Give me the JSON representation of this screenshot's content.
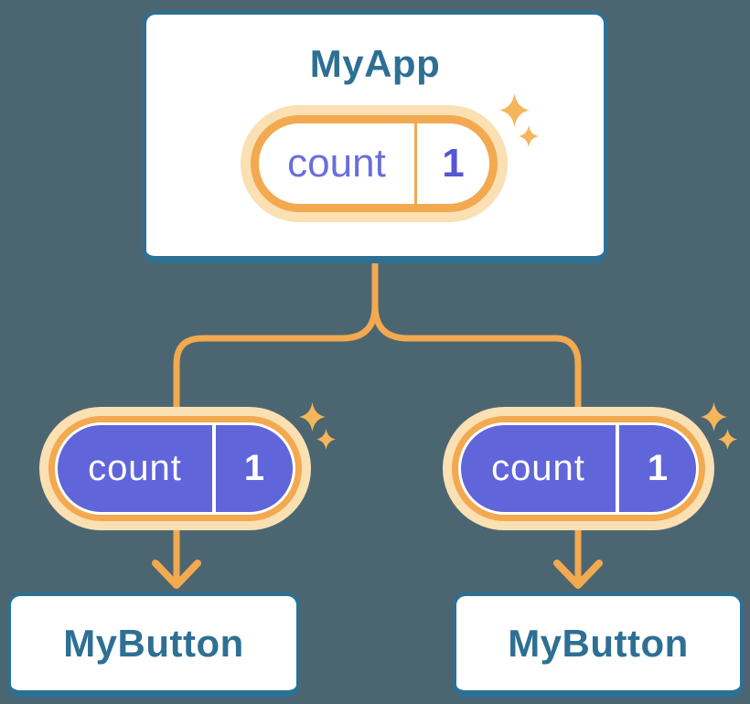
{
  "colors": {
    "background": "#4C6671",
    "card_border_blue": "#2E6F94",
    "text_blue": "#2E6F94",
    "state_purple": "#6165DA",
    "state_text_purple": "#6A6EDC",
    "state_value_purple": "#5457D4",
    "accent_orange": "#F2A950",
    "accent_orange_pale": "#FAE0B2",
    "sparkle_orange": "#F5B55A",
    "text_white": "#FFFFFF"
  },
  "icons": {
    "sparkle": "sparkle-icon",
    "arrow_down": "arrow-down-icon",
    "connector": "tree-connector"
  },
  "diagram": {
    "root": {
      "title": "MyApp",
      "state": {
        "name": "count",
        "value": "1"
      }
    },
    "children": [
      {
        "title": "MyButton",
        "state": {
          "name": "count",
          "value": "1"
        }
      },
      {
        "title": "MyButton",
        "state": {
          "name": "count",
          "value": "1"
        }
      }
    ]
  }
}
